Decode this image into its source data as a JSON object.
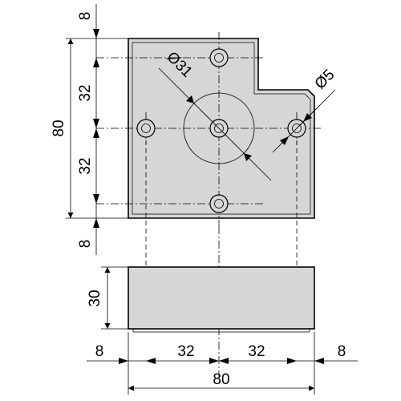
{
  "drawing": {
    "dims": {
      "top_margin": "8",
      "upper_spacing": "32",
      "lower_spacing": "32",
      "bottom_margin": "8",
      "total_height": "80",
      "thickness": "30",
      "left_margin": "8",
      "left_spacing": "32",
      "right_spacing": "32",
      "right_margin": "8",
      "total_width": "80",
      "center_diameter": "Ø31",
      "hole_diameter": "Ø5"
    }
  }
}
